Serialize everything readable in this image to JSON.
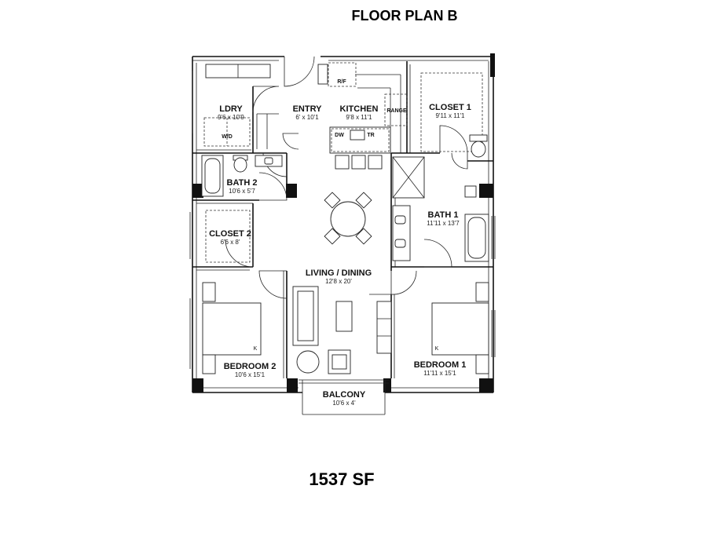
{
  "title": "FLOOR PLAN B",
  "area": "1537 SF",
  "rooms": {
    "laundry": {
      "name": "LDRY",
      "dims": "9'6 x 10'9"
    },
    "entry": {
      "name": "ENTRY",
      "dims": "6' x 10'1"
    },
    "kitchen": {
      "name": "KITCHEN",
      "dims": "9'8 x 11'1"
    },
    "closet1": {
      "name": "CLOSET 1",
      "dims": "9'11 x 11'1"
    },
    "bath2": {
      "name": "BATH 2",
      "dims": "10'6 x 5'7"
    },
    "bath1": {
      "name": "BATH 1",
      "dims": "11'11 x 13'7"
    },
    "closet2": {
      "name": "CLOSET 2",
      "dims": "6'6 x 8'"
    },
    "living": {
      "name": "LIVING / DINING",
      "dims": "12'8 x 20'"
    },
    "bedroom2": {
      "name": "BEDROOM 2",
      "dims": "10'6 x 15'1"
    },
    "bedroom1": {
      "name": "BEDROOM 1",
      "dims": "11'11 x 15'1"
    },
    "balcony": {
      "name": "BALCONY",
      "dims": "10'6 x 4'"
    }
  },
  "fixtures": {
    "refrigerator": "R/F",
    "range": "RANGE",
    "dishwasher": "DW",
    "trash": "TR",
    "washer_dryer": "W/D",
    "bed_size_1": "K",
    "bed_size_2": "K"
  }
}
